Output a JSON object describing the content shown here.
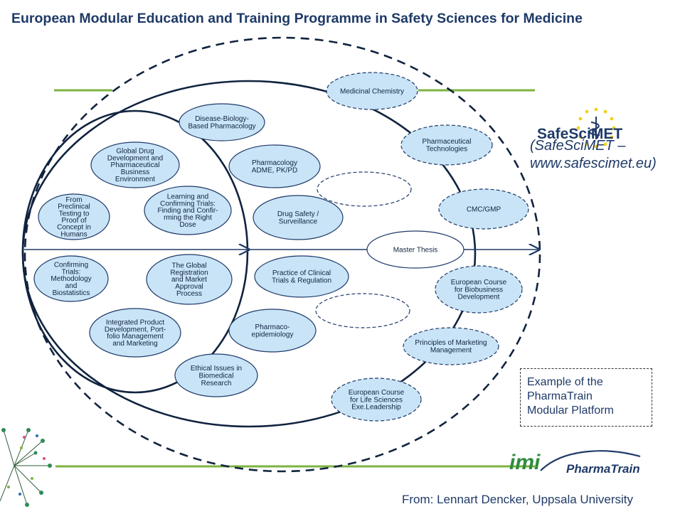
{
  "title": "European Modular Education and Training Programme in Safety Sciences for Medicine",
  "safescimet_logo": "SafeSciMET",
  "safescimet_caption": "(SafeSciMET –\nwww.safescimet.eu)",
  "example_note": "Example of the\nPharmaTrain\nModular Platform",
  "imi_logo": "imi",
  "pharmatrain_logo": "PharmaTrain",
  "credit": "From: Lennart Dencker, Uppsala University",
  "colors": {
    "module_fill": "#c9e4f6",
    "module_stroke": "#1f3a68",
    "accent_green": "#7cb342",
    "title": "#1f3a68",
    "star_yellow": "#f2d11c",
    "logo_red": "#e5372a"
  },
  "modules": {
    "global_drug": "Global Drug\nDevelopment and\nPharmaceutical\nBusiness\nEnvironment",
    "preclinical": "From\nPreclinical\nTesting to\nProof of\nConcept in\nHumans",
    "learning": "Learning and\nConfirming Trials:\nFinding and Confir-\nrming the Right\nDose",
    "confirming": "Confirming\nTrials:\nMethodology\nand\nBiostatistics",
    "registration": "The Global\nRegistration\nand Market\nApproval\nProcess",
    "integrated": "Integrated Product\nDevelopment, Port-\nfolio Management\nand Marketing",
    "disease_biology": "Disease-Biology-\nBased Pharmacology",
    "pharmacology": "Pharmacology\nADME, PK/PD",
    "drug_safety": "Drug Safety /\nSurveillance",
    "clinical_trials": "Practice of Clinical\nTrials & Regulation",
    "pharmacoepi": "Pharmaco-\nepidemiology",
    "ethical": "Ethical Issues in\nBiomedical\nResearch",
    "master_thesis": "Master Thesis",
    "medicinal_chem": "Medicinal Chemistry",
    "pharma_tech": "Pharmaceutical\nTechnologies",
    "cmc_gmp": "CMC/GMP",
    "biobusiness": "European Course\nfor Biobusiness\nDevelopment",
    "marketing_mgmt": "Principles of Marketing\nManagement",
    "leadership": "European Course\nfor Life Sciences\nExe.Leadership"
  }
}
